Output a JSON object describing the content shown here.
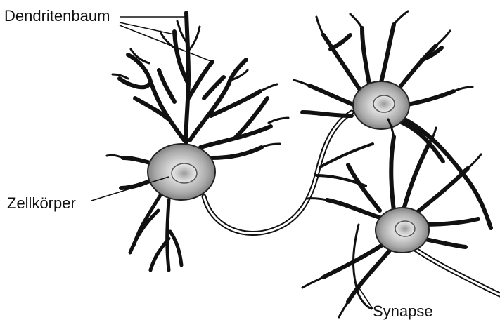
{
  "labels": {
    "dendritenbaum": "Dendritenbaum",
    "zellkoerper": "Zellkörper",
    "synapse": "Synapse"
  },
  "colors": {
    "ink": "#111111",
    "soma_light": "#e6e6e6",
    "soma_mid": "#bdbdbd",
    "soma_dark": "#8c8c8c",
    "background": "#ffffff"
  }
}
